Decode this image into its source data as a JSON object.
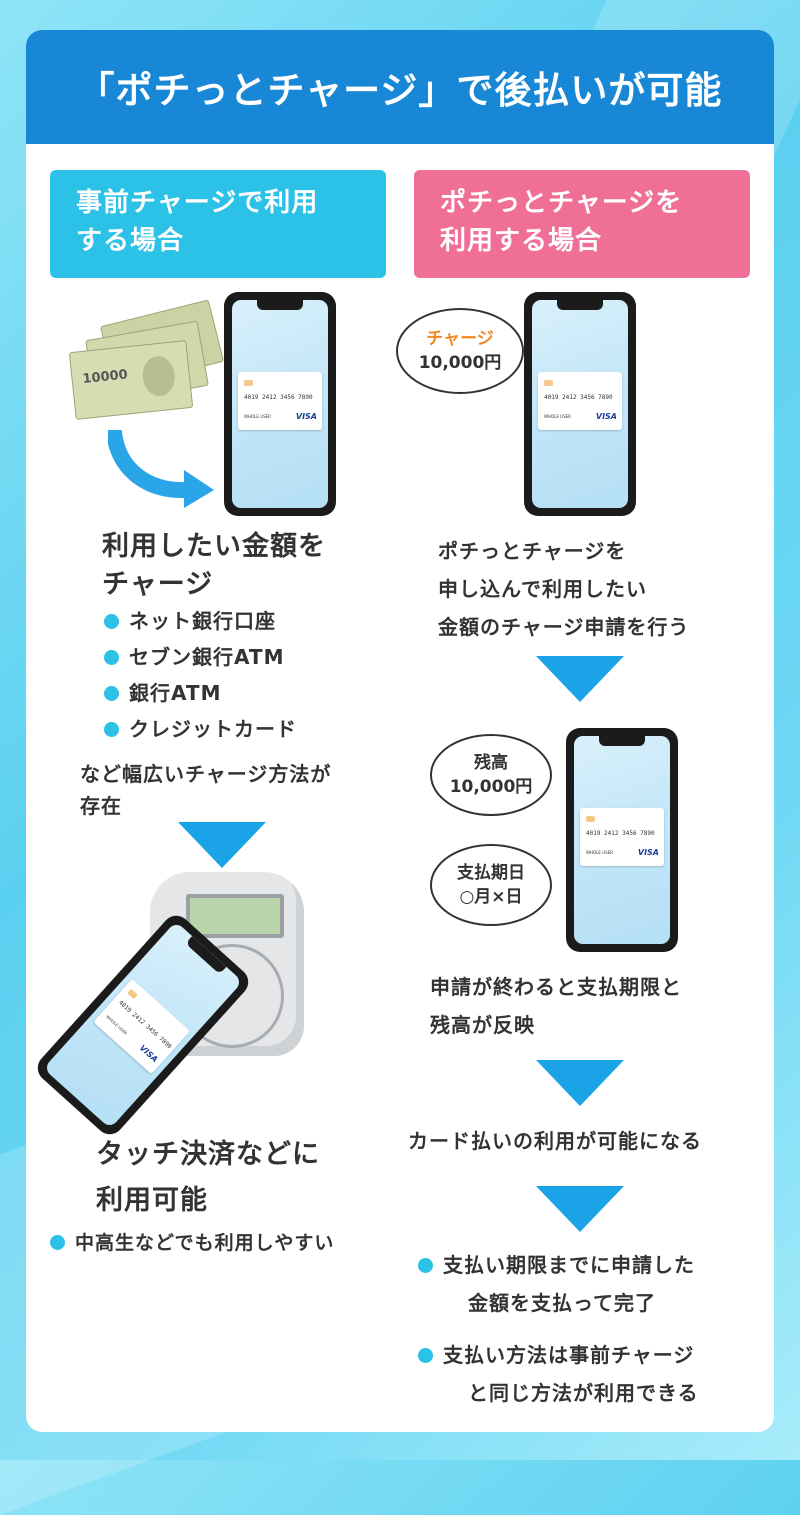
{
  "title": "「ポチっとチャージ」で後払いが可能",
  "left": {
    "heading_line1": "事前チャージで利用",
    "heading_line2": "する場合",
    "money_label": "10000",
    "step1_line1": "利用したい金額を",
    "step1_line2": "チャージ",
    "methods": [
      "ネット銀行口座",
      "セブン銀行ATM",
      "銀行ATM",
      "クレジットカード"
    ],
    "methods_note_line1": "など幅広いチャージ方法が",
    "methods_note_line2": "存在",
    "step2_line1": "タッチ決済などに",
    "step2_line2": "利用可能",
    "step2_bullet": "中高生などでも利用しやすい"
  },
  "right": {
    "heading_line1": "ポチっとチャージを",
    "heading_line2": "利用する場合",
    "bubble_charge_label": "チャージ",
    "bubble_charge_amount": "10,000円",
    "step1_line1": "ポチっとチャージを",
    "step1_line2": "申し込んで利用したい",
    "step1_line3": "金額のチャージ申請を行う",
    "bubble_balance_label": "残高",
    "bubble_balance_amount": "10,000円",
    "bubble_due_label": "支払期日",
    "bubble_due_date": "○月×日",
    "step2_line1": "申請が終わると支払期限と",
    "step2_line2": "残高が反映",
    "step3": "カード払いの利用が可能になる",
    "bullet1_line1": "支払い期限までに申請した",
    "bullet1_line2": "金額を支払って完了",
    "bullet2_line1": "支払い方法は事前チャージ",
    "bullet2_line2": "と同じ方法が利用できる"
  },
  "card": {
    "number": "4019 2412 3456 7890",
    "holder": "WHOLE USER",
    "brand": "VISA"
  },
  "colors": {
    "header": "#1888d6",
    "left_accent": "#2cc1e6",
    "right_accent": "#f06f96",
    "arrow": "#1aa3e6",
    "orange": "#f08a24"
  },
  "icons": [
    "banknotes-icon",
    "smartphone-icon",
    "curved-arrow-icon",
    "down-arrow-icon",
    "payment-terminal-icon",
    "speech-bubble-icon"
  ]
}
